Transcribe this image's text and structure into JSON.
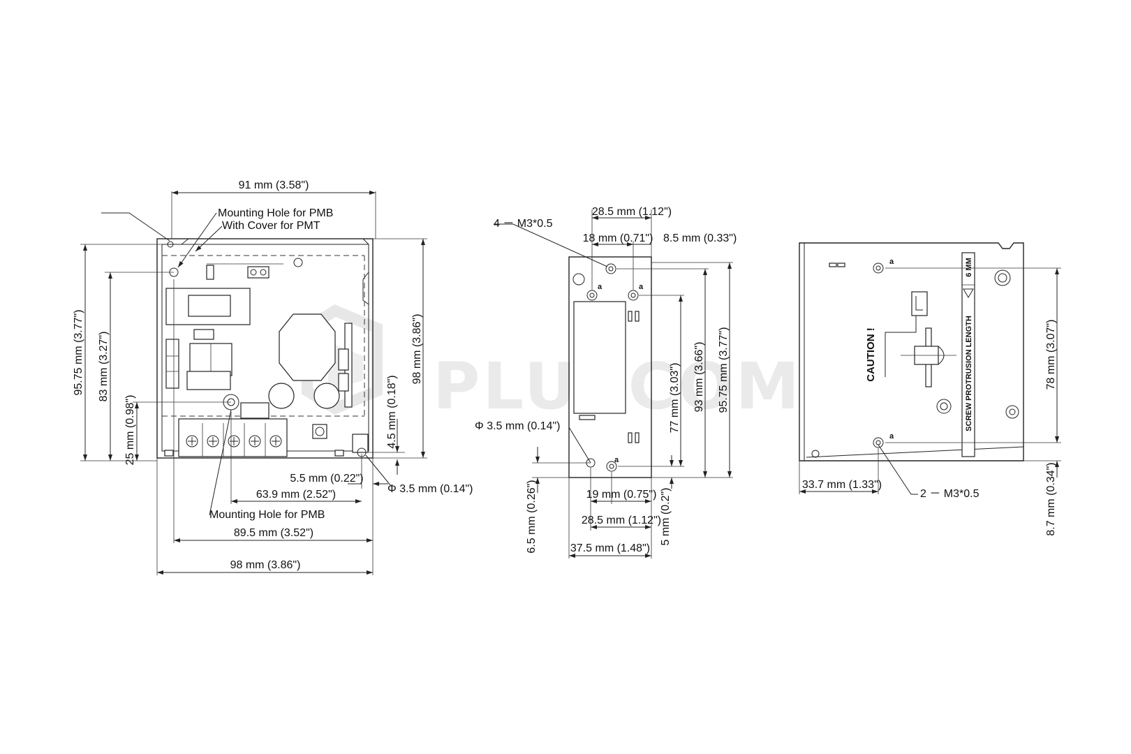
{
  "watermark": "PLUSCOM",
  "front_view": {
    "top_width": "91 mm (3.58\")",
    "callout_mounting_hole": "Mounting Hole for PMB",
    "callout_cover": "With Cover for PMT",
    "left_height_outer": "95.75 mm (3.77\")",
    "left_height_inner": "83 mm (3.27\")",
    "left_small_height": "25 mm (0.98\")",
    "right_height": "98 mm (3.86\")",
    "right_small_height": "4.5 mm (0.18\")",
    "bottom_hole_offset": "5.5 mm (0.22\")",
    "hole_diameter": "Φ 3.5 mm (0.14\")",
    "bottom_hole_span": "63.9 mm (2.52\")",
    "callout_bottom_mounting_hole": "Mounting Hole for PMB",
    "bottom_width_inner": "89.5 mm (3.52\")",
    "bottom_width_outer": "98 mm (3.86\")"
  },
  "side_view": {
    "top_span": "28.5 mm (1.12\")",
    "screw_spec": "4 － M3*0.5",
    "hole_spacing": "18 mm (0.71\")",
    "edge_offset": "8.5 mm (0.33\")",
    "hole_diameter": "Φ 3.5 mm (0.14\")",
    "height_77": "77 mm (3.03\")",
    "height_93": "93 mm (3.66\")",
    "height_95": "95.75 mm (3.77\")",
    "bottom_left_small": "6.5 mm (0.26\")",
    "bottom_19": "19 mm (0.75\")",
    "bottom_right_small": "5 mm (0.2\")",
    "bottom_28": "28.5 mm (1.12\")",
    "bottom_37": "37.5 mm (1.48\")",
    "hole_label": "a"
  },
  "rear_view": {
    "caution": "CAUTION !",
    "screw_text": "SCREW PROTRUSION LENGTH",
    "screw_mm": "6 MM",
    "height_78": "78 mm (3.07\")",
    "height_8_7": "8.7 mm (0.34\")",
    "offset_33": "33.7 mm (1.33\")",
    "screw_spec": "2 － M3*0.5",
    "hole_label": "a"
  }
}
